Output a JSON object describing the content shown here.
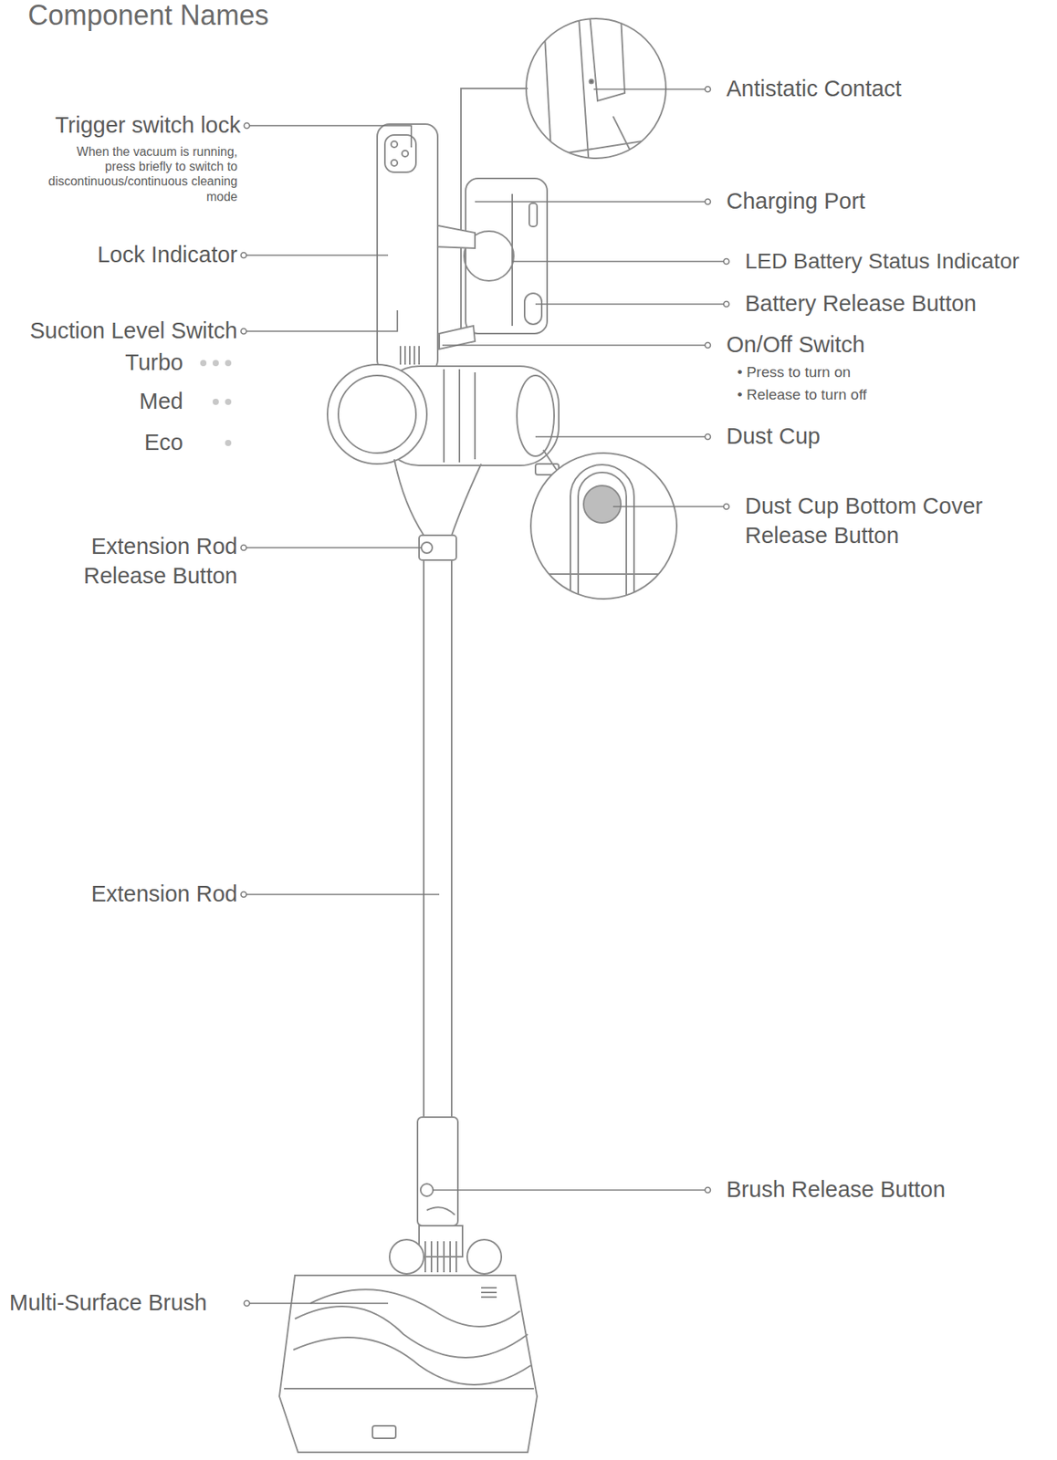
{
  "diagram": {
    "title": "Component Names",
    "labels": [
      "Trigger switch lock",
      "When the vacuum is running, press briefly to switch to discontinuous/continuous cleaning mode",
      "Lock Indicator",
      "Suction Level Switch",
      "Turbo",
      "Med",
      "Eco",
      "Extension Rod Release Button",
      "Extension Rod",
      "Multi-Surface Brush",
      "Antistatic Contact",
      "Charging Port",
      "LED Battery Status Indicator",
      "Battery Release Button",
      "On/Off Switch",
      "• Press to turn on",
      "• Release to turn off",
      "Dust Cup",
      "Dust Cup Bottom Cover Release Button",
      "Brush Release Button"
    ]
  }
}
